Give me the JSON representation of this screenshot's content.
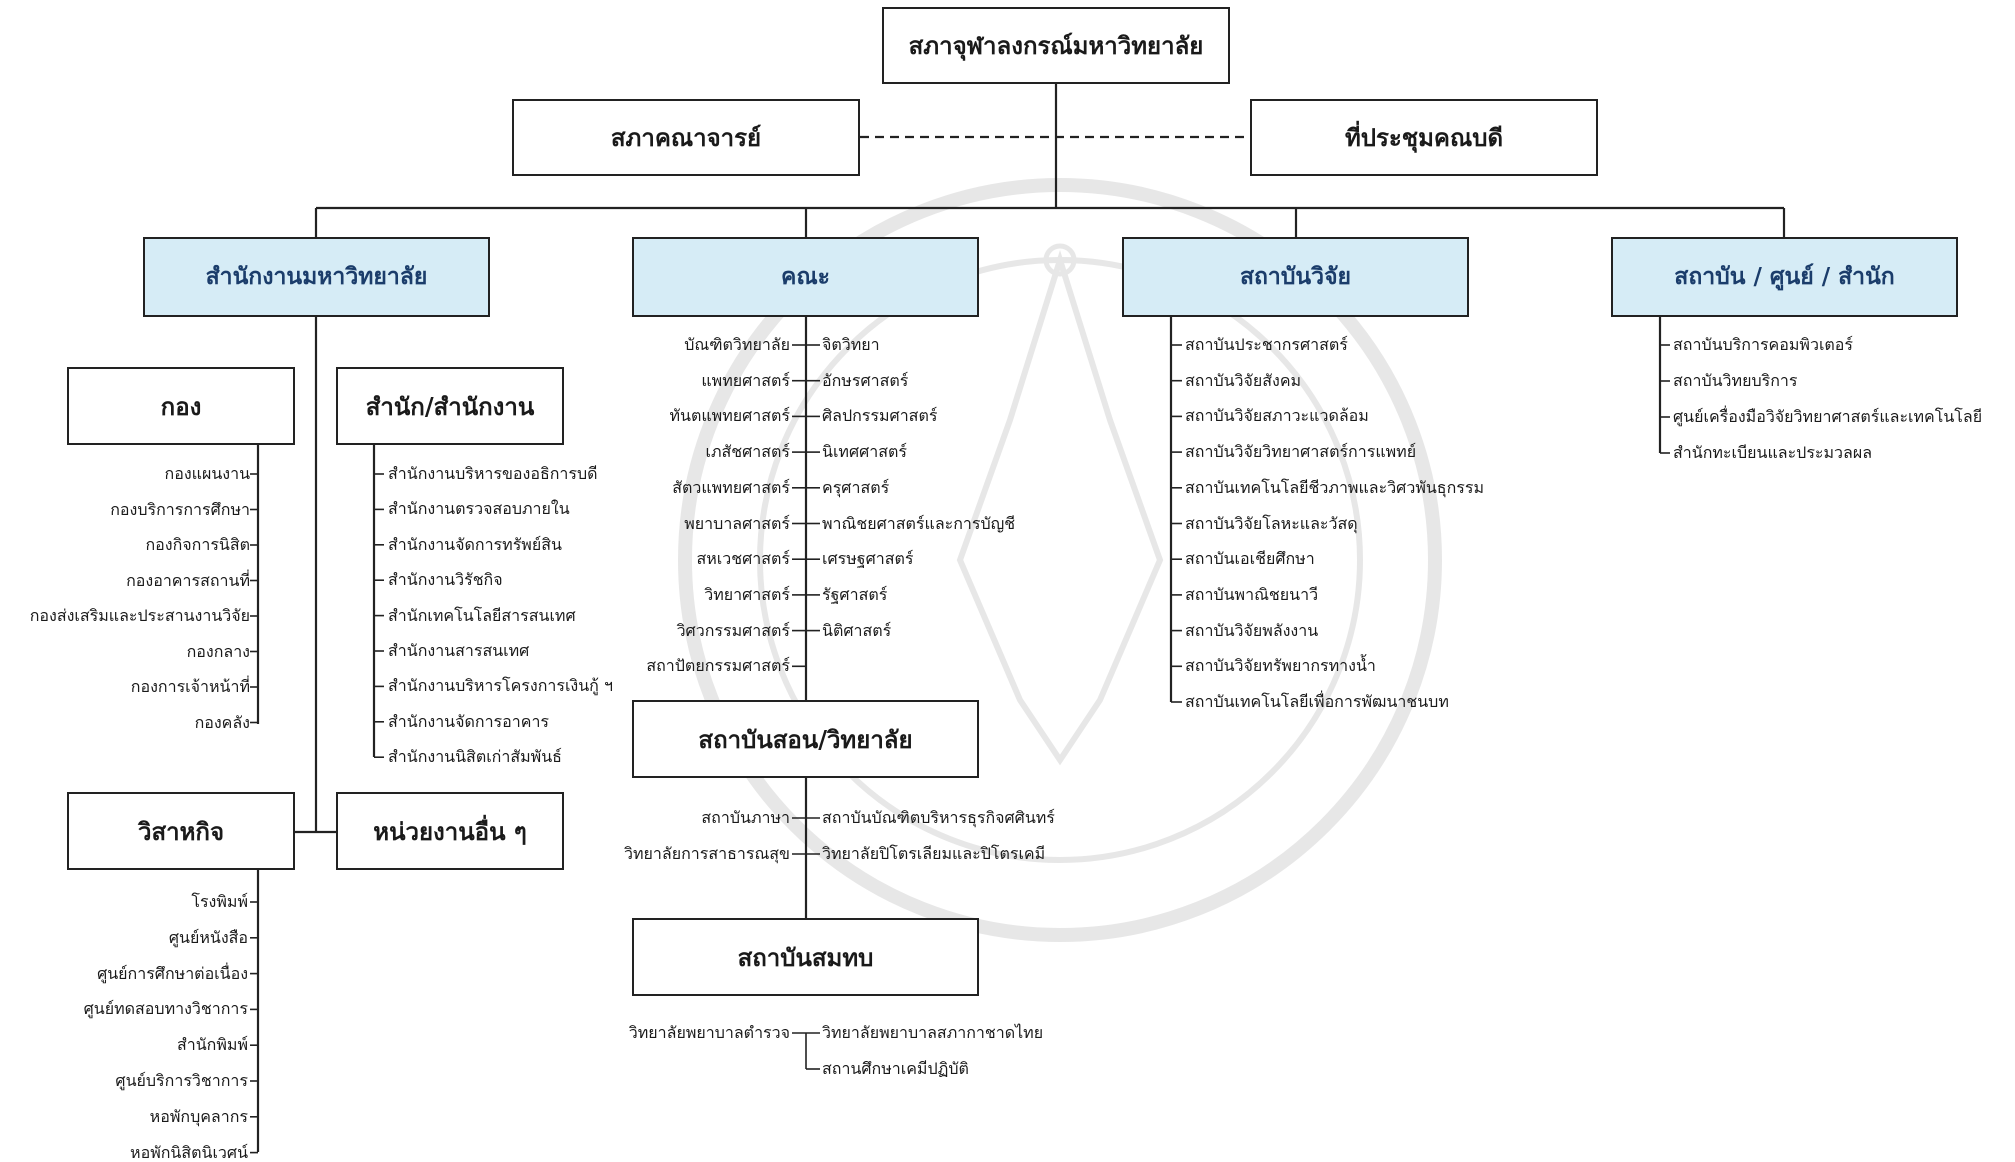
{
  "top": {
    "council": "สภาจุฬาลงกรณ์มหาวิทยาลัย",
    "faculty_senate": "สภาคณาจารย์",
    "deans_meeting": "ที่ประชุมคณบดี"
  },
  "branches": {
    "office": "สำนักงานมหาวิทยาลัย",
    "faculties": "คณะ",
    "research": "สถาบันวิจัย",
    "centers": "สถาบัน / ศูนย์ / สำนัก"
  },
  "office": {
    "division_title": "กอง",
    "divisions": [
      "กองแผนงาน",
      "กองบริการการศึกษา",
      "กองกิจการนิสิต",
      "กองอาคารสถานที่",
      "กองส่งเสริมและประสานงานวิจัย",
      "กองกลาง",
      "กองการเจ้าหน้าที่",
      "กองคลัง"
    ],
    "bureau_title": "สำนัก/สำนักงาน",
    "bureaus": [
      "สำนักงานบริหารของอธิการบดี",
      "สำนักงานตรวจสอบภายใน",
      "สำนักงานจัดการทรัพย์สิน",
      "สำนักงานวิรัชกิจ",
      "สำนักเทคโนโลยีสารสนเทศ",
      "สำนักงานสารสนเทศ",
      "สำนักงานบริหารโครงการเงินกู้ ฯ",
      "สำนักงานจัดการอาคาร",
      "สำนักงานนิสิตเก่าสัมพันธ์"
    ],
    "enterprise_title": "วิสาหกิจ",
    "enterprises": [
      "โรงพิมพ์",
      "ศูนย์หนังสือ",
      "ศูนย์การศึกษาต่อเนื่อง",
      "ศูนย์ทดสอบทางวิชาการ",
      "สำนักพิมพ์",
      "ศูนย์บริการวิชาการ",
      "หอพักบุคลากร",
      "หอพักนิสิตนิเวศน์"
    ],
    "other_units_title": "หน่วยงานอื่น ๆ"
  },
  "faculties": {
    "left": [
      "บัณฑิตวิทยาลัย",
      "แพทยศาสตร์",
      "ทันตแพทยศาสตร์",
      "เภสัชศาสตร์",
      "สัตวแพทยศาสตร์",
      "พยาบาลศาสตร์",
      "สหเวชศาสตร์",
      "วิทยาศาสตร์",
      "วิศวกรรมศาสตร์",
      "สถาปัตยกรรมศาสตร์"
    ],
    "right": [
      "จิตวิทยา",
      "อักษรศาสตร์",
      "ศิลปกรรมศาสตร์",
      "นิเทศศาสตร์",
      "ครุศาสตร์",
      "พาณิชยศาสตร์และการบัญชี",
      "เศรษฐศาสตร์",
      "รัฐศาสตร์",
      "นิติศาสตร์"
    ],
    "teaching_title": "สถาบันสอน/วิทยาลัย",
    "teaching_left": [
      "สถาบันภาษา",
      "วิทยาลัยการสาธารณสุข"
    ],
    "teaching_right": [
      "สถาบันบัณฑิตบริหารธุรกิจศศินทร์",
      "วิทยาลัยปิโตรเลียมและปิโตรเคมี"
    ],
    "affiliated_title": "สถาบันสมทบ",
    "affiliated_left": [
      "วิทยาลัยพยาบาลตำรวจ"
    ],
    "affiliated_right": [
      "วิทยาลัยพยาบาลสภากาชาดไทย",
      "สถานศึกษาเคมีปฏิบัติ"
    ]
  },
  "research": {
    "items": [
      "สถาบันประชากรศาสตร์",
      "สถาบันวิจัยสังคม",
      "สถาบันวิจัยสภาวะแวดล้อม",
      "สถาบันวิจัยวิทยาศาสตร์การแพทย์",
      "สถาบันเทคโนโลยีชีวภาพและวิศวพันธุกรรม",
      "สถาบันวิจัยโลหะและวัสดุ",
      "สถาบันเอเชียศึกษา",
      "สถาบันพาณิชยนาวี",
      "สถาบันวิจัยพลังงาน",
      "สถาบันวิจัยทรัพยากรทางน้ำ",
      "สถาบันเทคโนโลยีเพื่อการพัฒนาชนบท"
    ]
  },
  "centers": {
    "items": [
      "สถาบันบริการคอมพิวเตอร์",
      "สถาบันวิทยบริการ",
      "ศูนย์เครื่องมือวิจัยวิทยาศาสตร์และเทคโนโลยี",
      "สำนักทะเบียนและประมวลผล"
    ]
  },
  "colors": {
    "line": "#222222",
    "blue_fill": "#d6ecf6",
    "blue_text": "#1b3d6b",
    "watermark": "#cfcfcf"
  }
}
